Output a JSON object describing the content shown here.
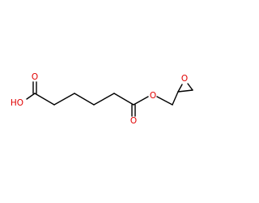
{
  "molecule": {
    "atoms": {
      "hydroxyl": "HO",
      "acid_carbonyl_oxygen": "O",
      "ester_carbonyl_oxygen": "O",
      "ester_oxygen": "O",
      "epoxide_oxygen": "O"
    },
    "colors": {
      "bond": "#000000",
      "oxygen": "#e00000",
      "background": "#ffffff"
    }
  }
}
